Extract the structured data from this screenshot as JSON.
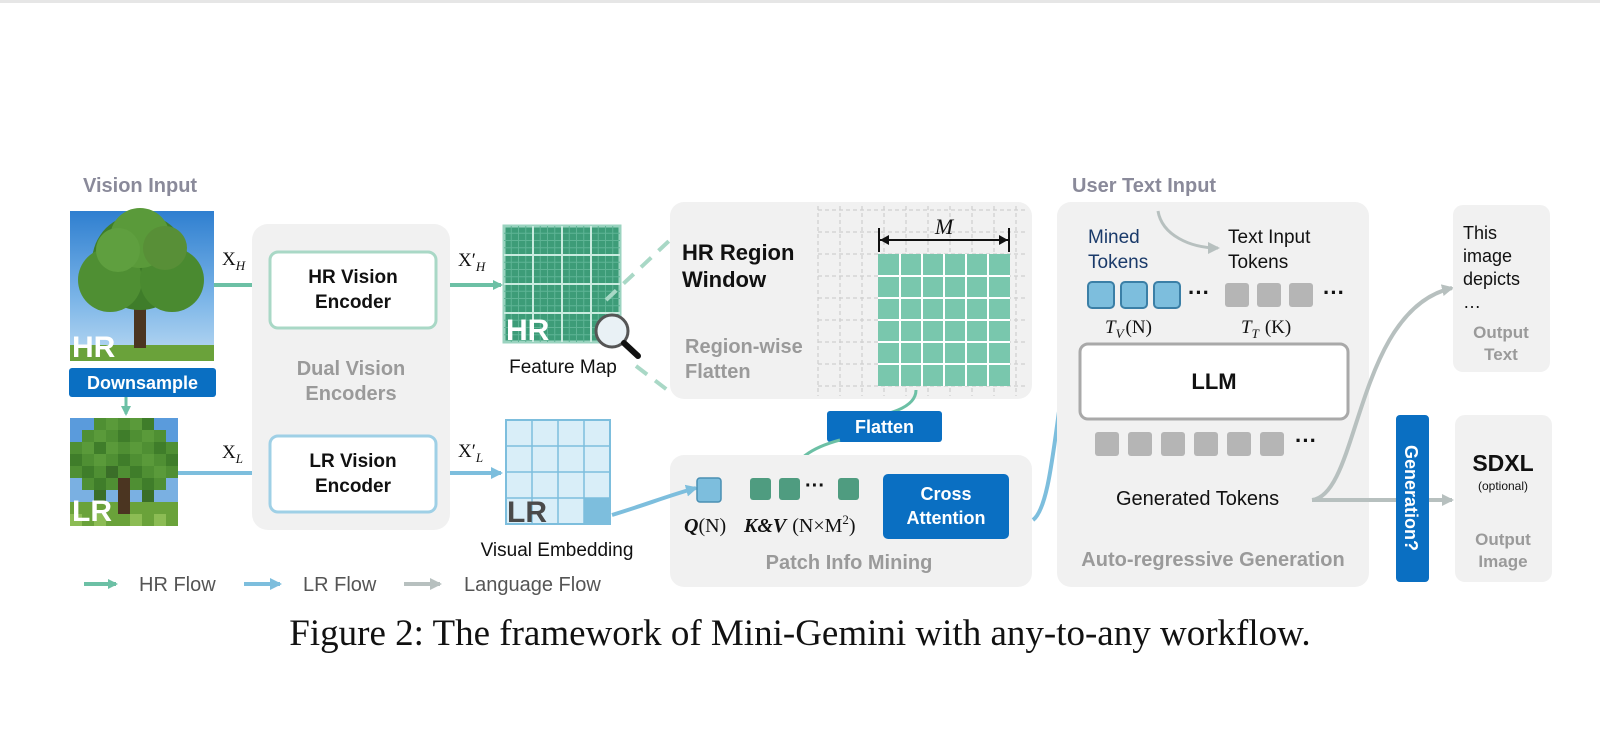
{
  "figure": {
    "caption": "Figure 2: The framework of Mini-Gemini with any-to-any workflow."
  },
  "vision_input": {
    "title": "Vision Input",
    "hr_badge": "HR",
    "lr_badge": "LR",
    "downsample_label": "Downsample",
    "x_h": "X",
    "x_h_sub": "H",
    "x_l": "X",
    "x_l_sub": "L"
  },
  "encoders": {
    "hr_line1": "HR Vision",
    "hr_line2": "Encoder",
    "lr_line1": "LR Vision",
    "lr_line2": "Encoder",
    "group_line1": "Dual Vision",
    "group_line2": "Encoders",
    "xp_h": "X′",
    "xp_h_sub": "H",
    "xp_l": "X′",
    "xp_l_sub": "L"
  },
  "feature_map": {
    "badge": "HR",
    "label": "Feature Map"
  },
  "visual_embedding": {
    "badge": "LR",
    "label": "Visual Embedding"
  },
  "hr_region": {
    "title_line1": "HR Region",
    "title_line2": "Window",
    "flatten_line1": "Region-wise",
    "flatten_line2": "Flatten",
    "dim_label": "M"
  },
  "flatten_button": "Flatten",
  "patch_info_mining": {
    "q_label": "Q",
    "q_arg": "(N)",
    "kv_label": "K&V",
    "kv_arg": "(N×M",
    "kv_exp": "2",
    "kv_close": ")",
    "ellipsis": "···",
    "cross_line1": "Cross",
    "cross_line2": "Attention",
    "panel_label": "Patch Info Mining"
  },
  "autoregressive": {
    "user_text_title": "User Text Input",
    "mined_line1": "Mined",
    "mined_line2": "Tokens",
    "text_line1": "Text Input",
    "text_line2": "Tokens",
    "tv_label": "T",
    "tv_sub": "V",
    "tv_arg": "(N)",
    "tt_label": "T",
    "tt_sub": "T",
    "tt_arg": "(K)",
    "ellipsis": "···",
    "llm_label": "LLM",
    "generated_label": "Generated Tokens",
    "panel_label": "Auto-regressive Generation"
  },
  "generation_button": "Generation?",
  "output_text": {
    "line1": "This",
    "line2": "image",
    "line3": "depicts",
    "line4": "…",
    "label_line1": "Output",
    "label_line2": "Text"
  },
  "output_image": {
    "title": "SDXL",
    "subtitle": "(optional)",
    "label_line1": "Output",
    "label_line2": "Image"
  },
  "legend": {
    "hr_flow": "HR Flow",
    "lr_flow": "LR Flow",
    "language_flow": "Language Flow"
  },
  "colors": {
    "hr_green": "#6cc0a5",
    "lr_blue": "#7dbedd",
    "language_gray": "#b7c0bf",
    "accent_blue": "#0a6fc2",
    "panel_gray": "#f1f1f1"
  }
}
